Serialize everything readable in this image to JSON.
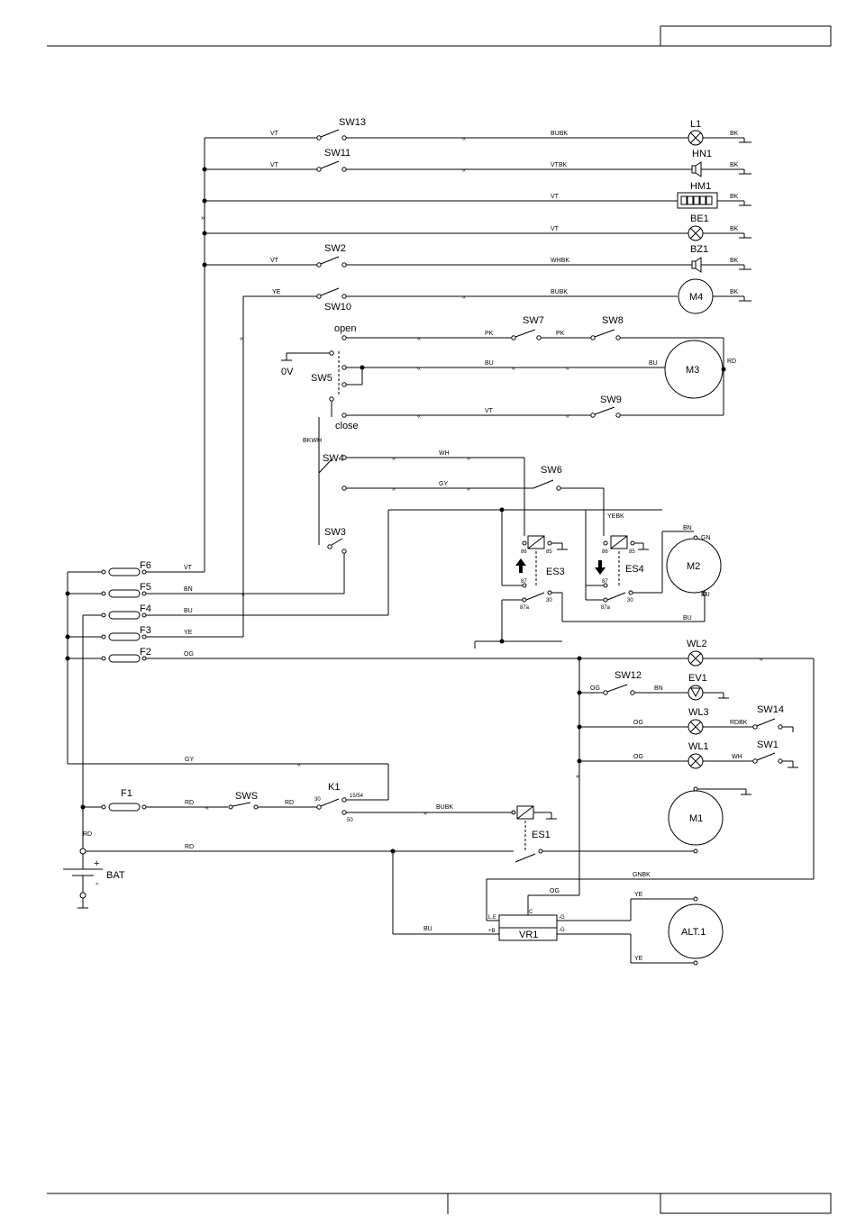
{
  "components": {
    "SW13": "SW13",
    "SW11": "SW11",
    "SW2": "SW2",
    "SW10": "SW10",
    "L1": "L1",
    "HN1": "HN1",
    "HM1": "HM1",
    "BE1": "BE1",
    "BZ1": "BZ1",
    "M4": "M4",
    "SW7": "SW7",
    "SW8": "SW8",
    "SW5": "SW5",
    "SW9": "SW9",
    "M3": "M3",
    "open": "open",
    "close": "close",
    "zeroV": "0V",
    "SW4": "SW4",
    "SW6": "SW6",
    "SW3": "SW3",
    "ES3": "ES3",
    "ES4": "ES4",
    "M2": "M2",
    "F1": "F1",
    "F2": "F2",
    "F3": "F3",
    "F4": "F4",
    "F5": "F5",
    "F6": "F6",
    "WL1": "WL1",
    "WL2": "WL2",
    "WL3": "WL3",
    "EV1": "EV1",
    "SW12": "SW12",
    "SW14": "SW14",
    "SW1": "SW1",
    "M1": "M1",
    "SWS": "SWS",
    "K1": "K1",
    "ES1": "ES1",
    "BAT": "BAT",
    "VR1": "VR1",
    "ALT1": "ALT.1",
    "plus": "+",
    "minus": "-"
  },
  "wire_labels": {
    "VT": "VT",
    "BUBK": "BUBK",
    "VTBK": "VTBK",
    "WHBK": "WHBK",
    "YE": "YE",
    "BK": "BK",
    "PK": "PK",
    "BU": "BU",
    "RD": "RD",
    "BKWH": "BKWH",
    "WH": "WH",
    "GY": "GY",
    "YEBK": "YEBK",
    "BN": "BN",
    "GN": "GN",
    "OG": "OG",
    "RDBK": "RDBK",
    "GNBK": "GNBK"
  },
  "pins": {
    "p86": "86",
    "p85": "85",
    "p87": "87",
    "p87a": "87a",
    "p30": "30",
    "p15_54": "15/54",
    "p50": "50",
    "LE": "L.E",
    "C": "C",
    "Gm": "-G",
    "Bp": "+B"
  },
  "footer": {
    "header_box": "",
    "footer_box": ""
  }
}
